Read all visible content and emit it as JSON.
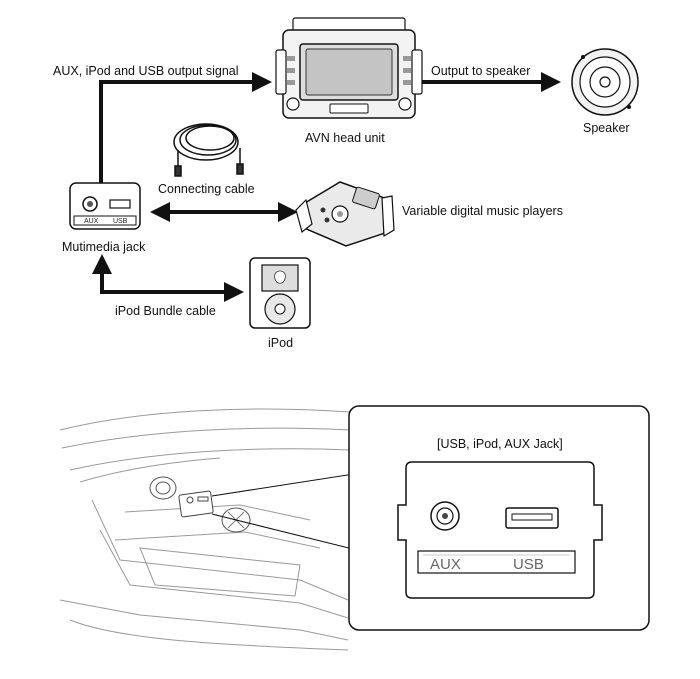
{
  "labels": {
    "aux_ipod_usb_signal": "AUX, iPod and USB output signal",
    "output_to_speaker": "Output to speaker",
    "avn_head_unit": "AVN head unit",
    "speaker": "Speaker",
    "connecting_cable": "Connecting cable",
    "variable_players": "Variable digital music players",
    "multimedia_jack": "Mutimedia jack",
    "ipod_bundle_cable": "iPod Bundle cable",
    "ipod": "iPod",
    "detail_title": "[USB, iPod, AUX Jack]"
  },
  "jack_labels": {
    "aux": "AUX",
    "usb": "USB"
  }
}
